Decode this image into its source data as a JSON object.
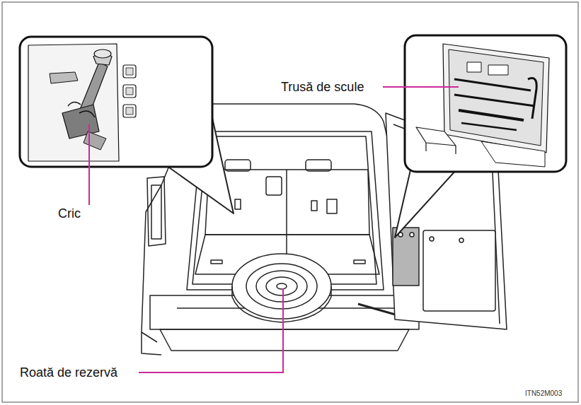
{
  "diagram": {
    "labels": [
      "Trusă de scule",
      "Cric",
      "Roată de rezervă",
      "ITN52M003"
    ]
  }
}
